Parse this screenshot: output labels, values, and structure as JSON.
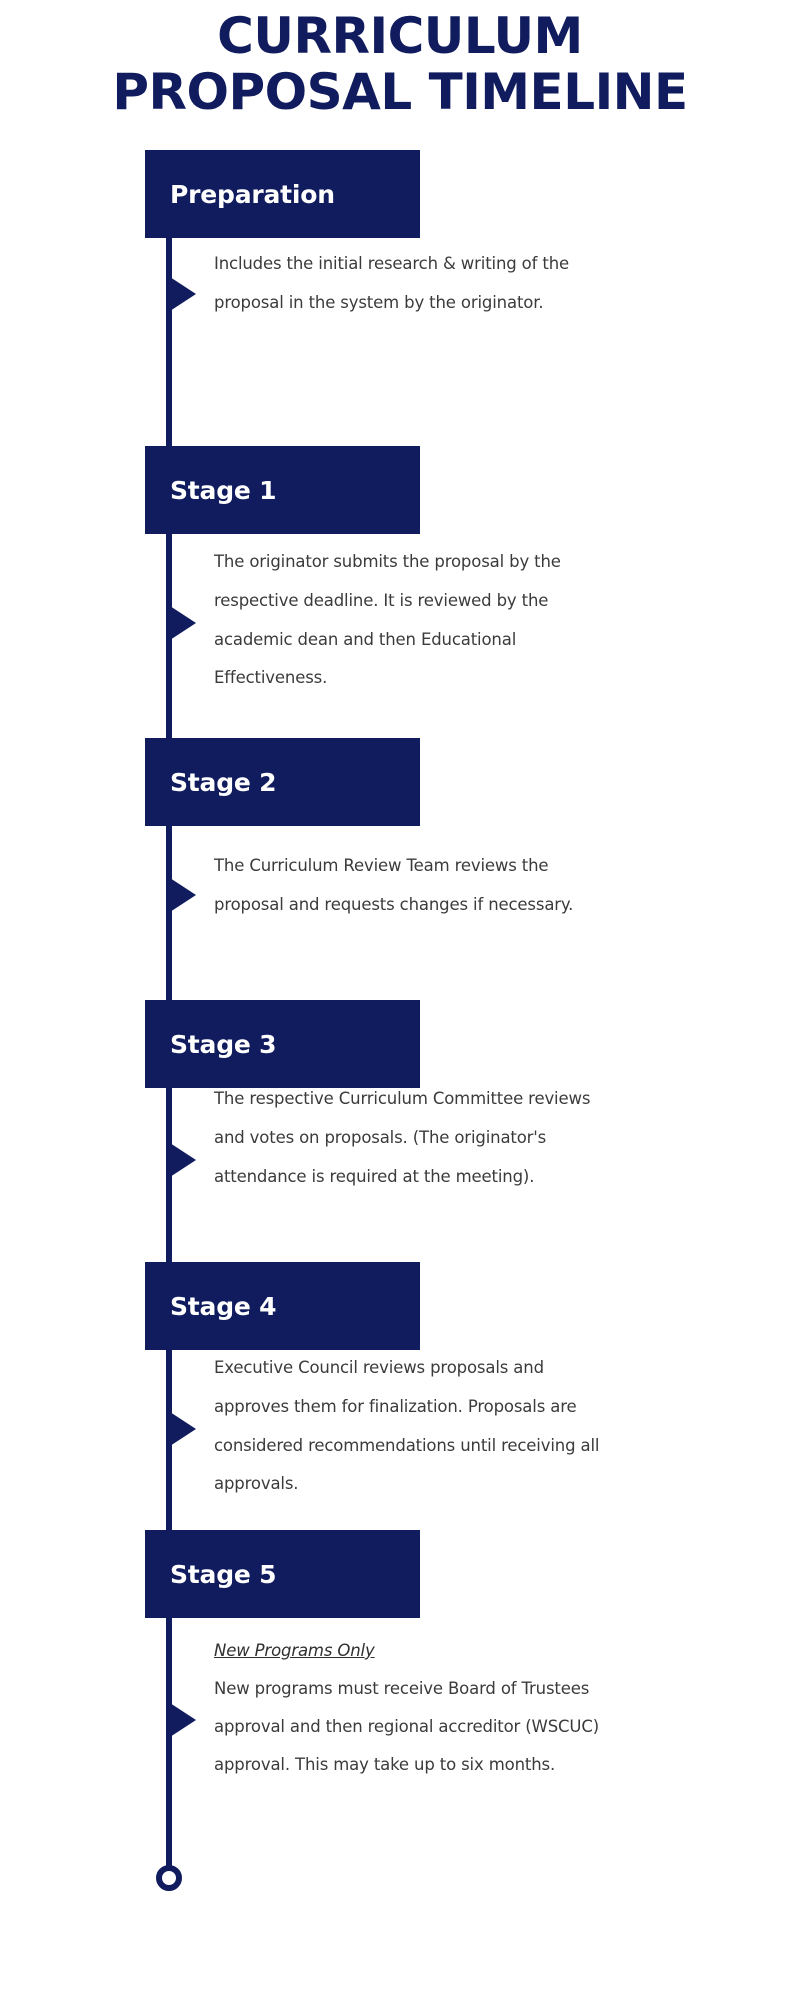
{
  "title": {
    "line1": "CURRICULUM",
    "line2": "PROPOSAL TIMELINE"
  },
  "colors": {
    "navy": "#111c5e",
    "body_text": "#3b3b3b",
    "background": "#ffffff"
  },
  "timeline": {
    "start_marker": "timeline-start-dot",
    "end_marker": "timeline-end-dot",
    "stages": [
      {
        "label": "Preparation",
        "note_heading": "",
        "body": "Includes the initial research & writing of the proposal in the system by the originator."
      },
      {
        "label": "Stage 1",
        "note_heading": "",
        "body": "The originator submits the proposal by the respective deadline. It is reviewed by the academic dean and then Educational Effectiveness."
      },
      {
        "label": "Stage 2",
        "note_heading": "",
        "body": "The Curriculum Review Team reviews the proposal and requests changes if necessary."
      },
      {
        "label": "Stage 3",
        "note_heading": "",
        "body": "The respective Curriculum Committee reviews and votes on proposals. (The originator's attendance is required at the meeting)."
      },
      {
        "label": "Stage 4",
        "note_heading": "",
        "body": "Executive Council reviews proposals and approves them for finalization. Proposals are considered recommendations until receiving all approvals."
      },
      {
        "label": "Stage 5",
        "note_heading": "New Programs Only ",
        "body": "New programs must receive Board of Trustees approval and then regional accreditor (WSCUC) approval. This may take up to six months."
      }
    ]
  }
}
